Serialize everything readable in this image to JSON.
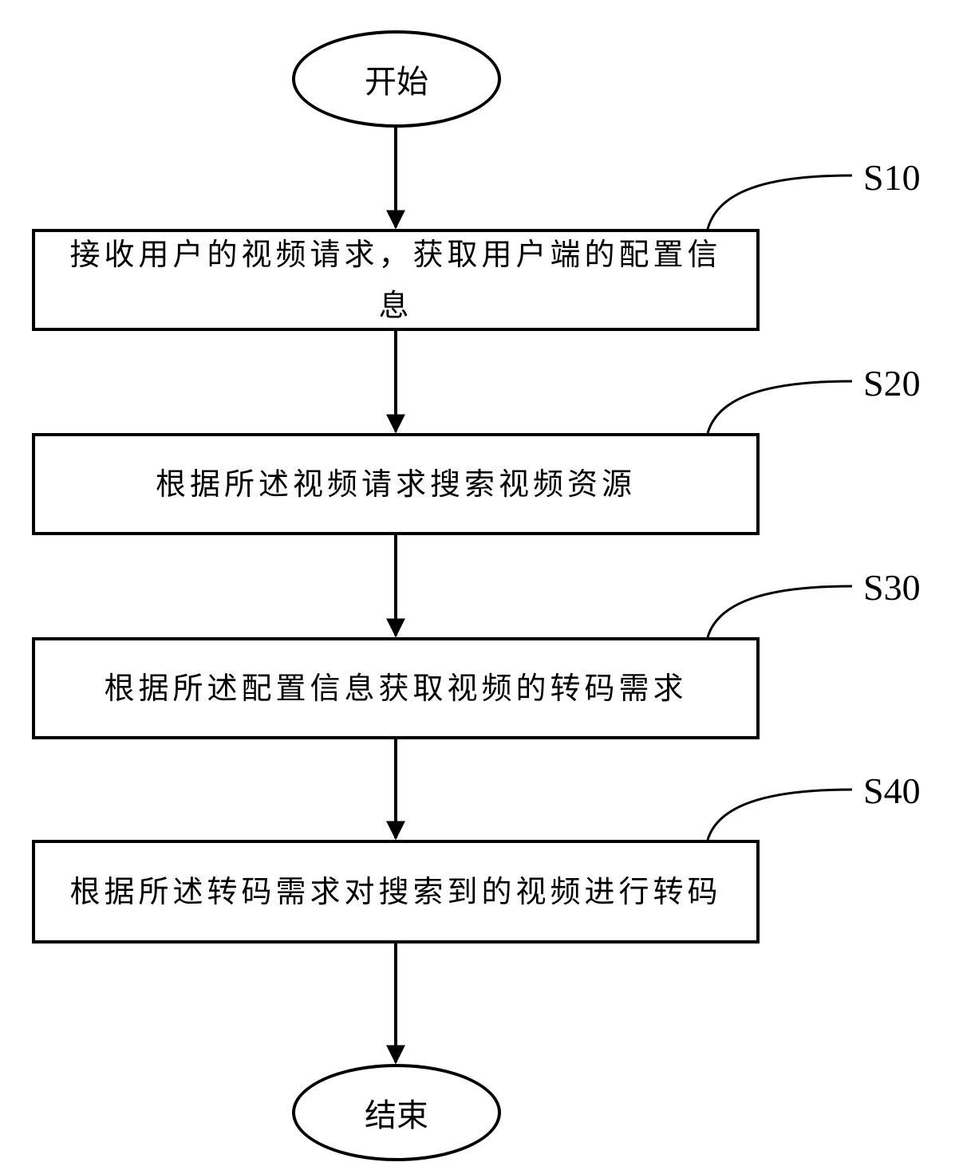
{
  "terminals": {
    "start": "开始",
    "end": "结束"
  },
  "steps": [
    {
      "id": "S10",
      "text": "接收用户的视频请求，获取用户端的配置信息"
    },
    {
      "id": "S20",
      "text": "根据所述视频请求搜索视频资源"
    },
    {
      "id": "S30",
      "text": "根据所述配置信息获取视频的转码需求"
    },
    {
      "id": "S40",
      "text": "根据所述转码需求对搜索到的视频进行转码"
    }
  ]
}
